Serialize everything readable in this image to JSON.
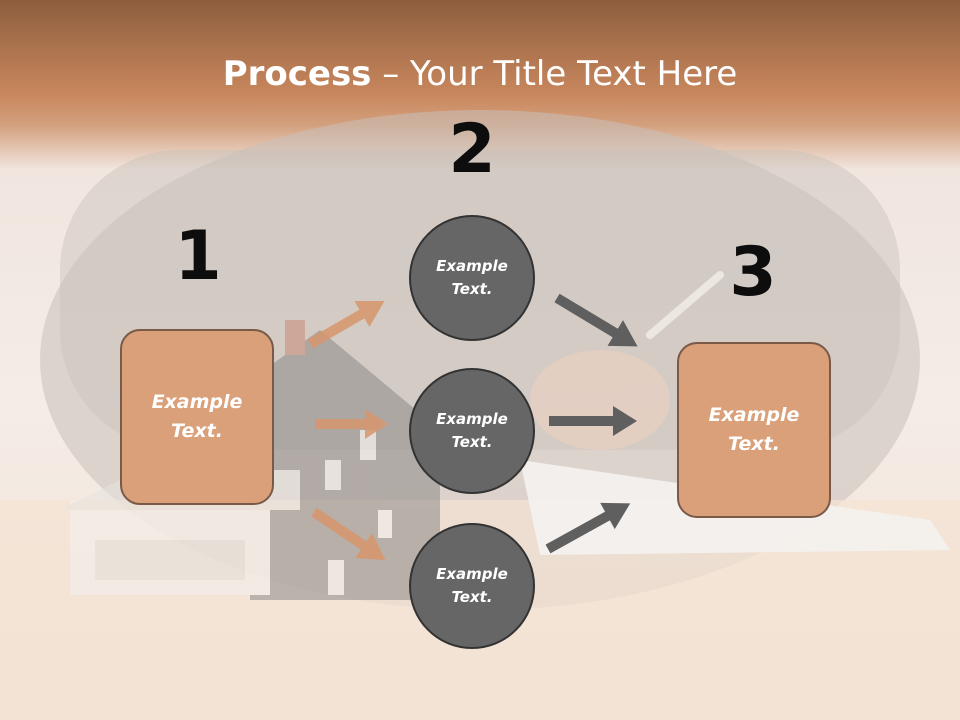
{
  "slide": {
    "title_bold": "Process",
    "title_rest": " – Your Title Text Here",
    "numbers": [
      "1",
      "2",
      "3"
    ],
    "left_box": "Example\nText.",
    "right_box": "Example\nText.",
    "circles": [
      "Example\nText.",
      "Example\nText.",
      "Example\nText."
    ]
  },
  "colors": {
    "box_fill": "#d9a07a",
    "circle_fill": "#666666",
    "left_arrow": "#d7966c",
    "right_arrow": "#5f5f5f"
  }
}
